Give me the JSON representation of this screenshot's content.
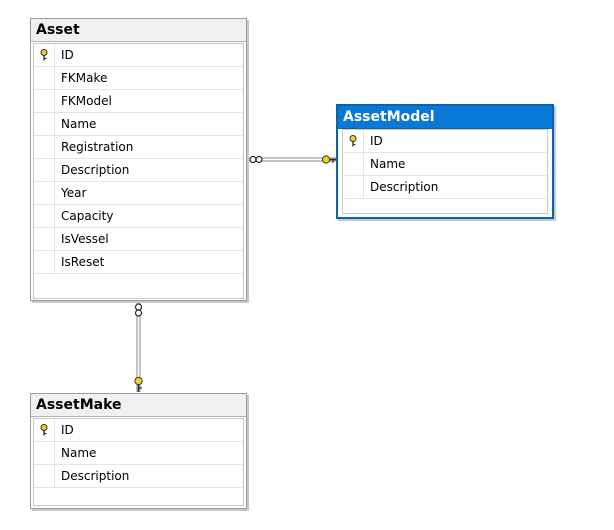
{
  "tables": {
    "asset": {
      "title": "Asset",
      "columns": [
        "ID",
        "FKMake",
        "FKModel",
        "Name",
        "Registration",
        "Description",
        "Year",
        "Capacity",
        "IsVessel",
        "IsReset"
      ],
      "primary_key": "ID"
    },
    "asset_model": {
      "title": "AssetModel",
      "columns": [
        "ID",
        "Name",
        "Description"
      ],
      "primary_key": "ID",
      "selected": true
    },
    "asset_make": {
      "title": "AssetMake",
      "columns": [
        "ID",
        "Name",
        "Description"
      ],
      "primary_key": "ID"
    }
  },
  "relationships": [
    {
      "from": "Asset",
      "to": "AssetModel",
      "many_end": "Asset",
      "one_end": "AssetModel"
    },
    {
      "from": "Asset",
      "to": "AssetMake",
      "many_end": "Asset",
      "one_end": "AssetMake"
    }
  ],
  "colors": {
    "key_icon": "#f2d21e",
    "selected_title": "#0a78d7",
    "border": "#9a9a9a"
  }
}
